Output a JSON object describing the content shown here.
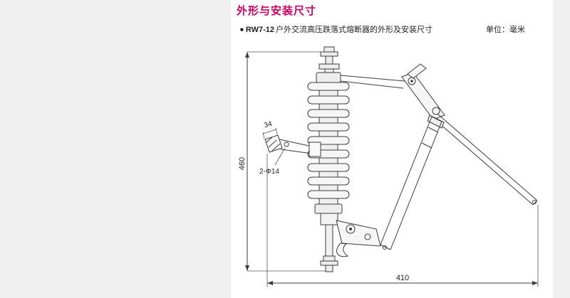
{
  "header": {
    "title": "外形与安装尺寸",
    "caption_bullet": "■",
    "caption_model": "RW7-12",
    "caption_text": "户外交流高压跌落式熔断器的外形及安装尺寸",
    "unit_note": "单位：毫米"
  },
  "drawing": {
    "overall_height_mm": "460",
    "overall_width_mm": "410",
    "bracket_dim_mm": "34",
    "mounting_holes": "2-Φ14"
  },
  "colors": {
    "accent": "#cc0066",
    "line": "#3c3c3c",
    "page_bg": "#f0f0f0",
    "panel_bg": "#ffffff"
  }
}
